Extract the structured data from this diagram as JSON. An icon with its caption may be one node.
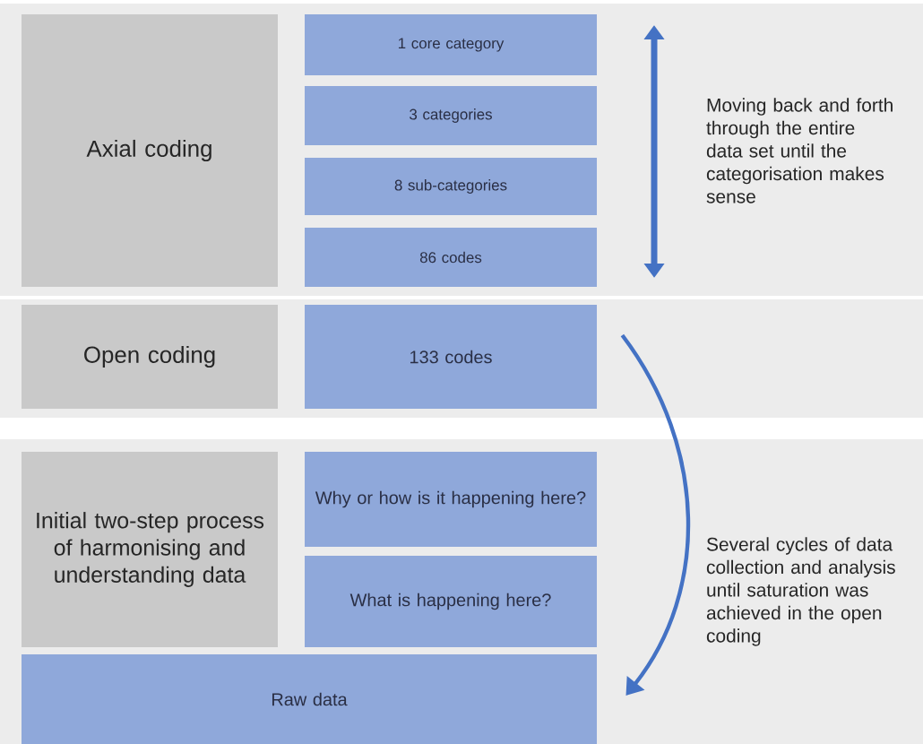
{
  "diagram": {
    "nodes": [
      {
        "text": [
          "Axial coding"
        ]
      },
      {
        "text": [
          "1 core category"
        ]
      },
      {
        "text": [
          "3 categories"
        ]
      },
      {
        "text": [
          "8 sub-categories"
        ]
      },
      {
        "text": [
          "86 codes"
        ]
      },
      {
        "text": [
          "Moving back and forth through the entire data set until the categorisation makes sense"
        ]
      },
      {
        "text": [
          "Open coding"
        ]
      },
      {
        "text": [
          "133 codes"
        ]
      },
      {
        "text": [
          "Initial two-step process of harmonising and understanding data"
        ]
      },
      {
        "text": [
          "Why or how is it happening here?"
        ]
      },
      {
        "text": [
          "What is happening here?"
        ]
      },
      {
        "text": [
          "Raw data"
        ]
      },
      {
        "text": [
          "Several cycles of data collection and analysis until saturation was achieved in the open coding"
        ]
      }
    ],
    "edges": [
      {
        "from": 7,
        "to": 11,
        "arrow": "to"
      }
    ]
  }
}
